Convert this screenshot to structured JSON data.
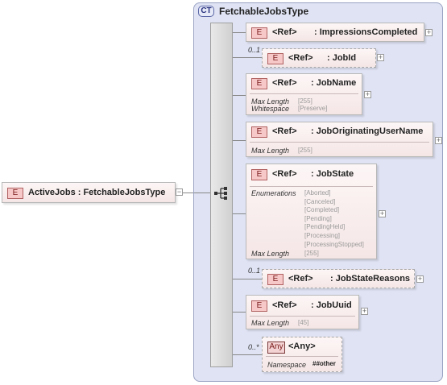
{
  "root": {
    "badge": "E",
    "label": "ActiveJobs : FetchableJobsType"
  },
  "complex_type": {
    "badge": "CT",
    "name": "FetchableJobsType"
  },
  "elements": [
    {
      "badge": "E",
      "ref": "<Ref>",
      "name": ": ImpressionsCompleted"
    },
    {
      "occurs": "0..1",
      "badge": "E",
      "ref": "<Ref>",
      "name": ": JobId"
    },
    {
      "badge": "E",
      "ref": "<Ref>",
      "name": ": JobName",
      "facets": [
        {
          "label": "Max Length",
          "value": "[255]"
        },
        {
          "label": "Whitespace",
          "value": "[Preserve]"
        }
      ]
    },
    {
      "badge": "E",
      "ref": "<Ref>",
      "name": ": JobOriginatingUserName",
      "facets": [
        {
          "label": "Max Length",
          "value": "[255]"
        }
      ]
    },
    {
      "badge": "E",
      "ref": "<Ref>",
      "name": ": JobState",
      "enum_label": "Enumerations",
      "enumerations": [
        "[Aborted]",
        "[Canceled]",
        "[Completed]",
        "[Pending]",
        "[PendingHeld]",
        "[Processing]",
        "[ProcessingStopped]"
      ],
      "facets": [
        {
          "label": "Max Length",
          "value": "[255]"
        }
      ]
    },
    {
      "occurs": "0..1",
      "badge": "E",
      "ref": "<Ref>",
      "name": ": JobStateReasons"
    },
    {
      "badge": "E",
      "ref": "<Ref>",
      "name": ": JobUuid",
      "facets": [
        {
          "label": "Max Length",
          "value": "[45]"
        }
      ]
    },
    {
      "occurs": "0..*",
      "badge": "Any",
      "name": "<Any>",
      "facets": [
        {
          "label": "Namespace",
          "value": "##other"
        }
      ]
    }
  ]
}
